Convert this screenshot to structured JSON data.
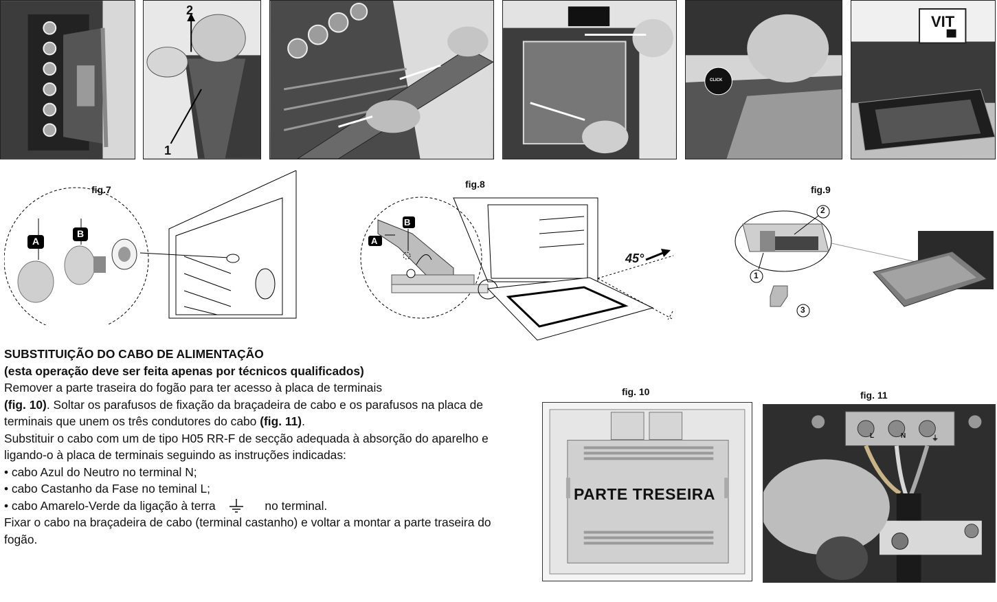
{
  "figures": {
    "fig7": "fig.7",
    "fig8": "fig.8",
    "fig9": "fig.9",
    "fig10": "fig. 10",
    "fig11": "fig. 11"
  },
  "photo_labels": {
    "arrow_2": "2",
    "arrow_1": "1",
    "click": "CLICK",
    "vit": "VIT"
  },
  "fig7_labels": {
    "a": "A",
    "b": "B"
  },
  "fig8_labels": {
    "a": "A",
    "b": "B",
    "angle": "45°"
  },
  "fig9_labels": {
    "one": "1",
    "two": "2",
    "three": "3"
  },
  "fig11_terminals": [
    "L",
    "N",
    "⏚"
  ],
  "section": {
    "heading": "SUBSTITUIÇÃO DO CABO DE ALIMENTAÇÃO",
    "subheading": "(esta operação deve ser feita apenas por técnicos qualificados)",
    "p1_a": "Remover a parte traseira do fogão para ter acesso à placa de terminais",
    "p1_ref1": "(fig. 10)",
    "p1_b": ". Soltar os parafusos de fixação da braçadeira de cabo e os parafusos na placa de terminais que unem os três condutores do cabo ",
    "p1_ref2": "(fig. 11)",
    "p1_c": ".",
    "p2": "Substituir o cabo com um de tipo H05 RR-F de secção adequada à absorção do aparelho e ligando-o à placa de terminais seguindo as instruções indicadas:",
    "bullet1": "• cabo Azul do Neutro no terminal N;",
    "bullet2": "• cabo Castanho da Fase no teminal L;",
    "bullet3_a": "• cabo Amarelo-Verde da ligação à terra",
    "bullet3_b": "no terminal.",
    "p3": "Fixar o cabo na braçadeira de cabo (terminal castanho) e voltar a montar a parte traseira do fogão."
  },
  "fig10_text": "PARTE TRESEIRA"
}
